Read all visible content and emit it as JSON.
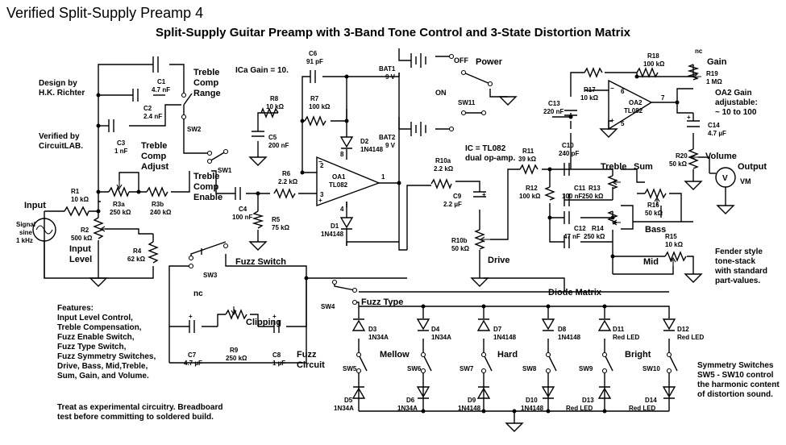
{
  "page_header": "Verified Split-Supply Preamp 4",
  "title": "Split-Supply Guitar Preamp with 3-Band Tone Control and 3-State Distortion Matrix",
  "notes": {
    "design_by": [
      "Design by",
      "H.K. Richter"
    ],
    "verified_by": [
      "Verified by",
      "CircuitLAB."
    ],
    "ica_gain": "ICa Gain = 10.",
    "ic_note": [
      "IC = TL082",
      "dual op-amp."
    ],
    "oa2_gain": [
      "OA2 Gain",
      "adjustable:",
      "~ 10 to 100"
    ],
    "fender": [
      "Fender style",
      "tone-stack",
      "with standard",
      "part-values."
    ],
    "symmetry": [
      "Symmetry Switches",
      "SW5 - SW10 control",
      "the harmonic content",
      "of distortion sound."
    ],
    "features": [
      "Features:",
      "Input Level Control,",
      "Treble Compensation,",
      "Fuzz Enable Switch,",
      "Fuzz Type Switch,",
      "Fuzz Symmetry Switches,",
      "Drive, Bass, Mid,Treble,",
      "Sum, Gain, and Volume."
    ],
    "caution": [
      "Treat as experimental circuitry. Breadboard",
      "test before committing to soldered build."
    ]
  },
  "section_labels": {
    "input": "Input",
    "signal": [
      "Signal",
      "sine",
      "1 kHz"
    ],
    "input_level": [
      "Input",
      "Level"
    ],
    "treble_comp_range": [
      "Treble",
      "Comp",
      "Range"
    ],
    "treble_comp_adjust": [
      "Treble",
      "Comp",
      "Adjust"
    ],
    "treble_comp_enable": [
      "Treble",
      "Comp",
      "Enable"
    ],
    "power": "Power",
    "off": "OFF",
    "on": "ON",
    "fuzz_switch": "Fuzz Switch",
    "nc": "nc",
    "fuzz_type": "Fuzz Type",
    "clipping": "Clipping",
    "fuzz_circuit": [
      "Fuzz",
      "Circuit"
    ],
    "diode_matrix": "Diode Matrix",
    "mellow": "Mellow",
    "hard": "Hard",
    "bright": "Bright",
    "drive": "Drive",
    "treble": "Treble",
    "sum": "Sum",
    "bass": "Bass",
    "mid": "Mid",
    "gain": "Gain",
    "volume": "Volume",
    "output": "Output",
    "vm": "VM",
    "v": "V"
  },
  "components": {
    "R1": [
      "R1",
      "10 kΩ"
    ],
    "R2": [
      "R2",
      "500 kΩ"
    ],
    "R3a": [
      "R3a",
      "250 kΩ"
    ],
    "R3b": [
      "R3b",
      "240 kΩ"
    ],
    "R4": [
      "R4",
      "62 kΩ"
    ],
    "R5": [
      "R5",
      "75 kΩ"
    ],
    "R6": [
      "R6",
      "2.2 kΩ"
    ],
    "R7": [
      "R7",
      "100 kΩ"
    ],
    "R8": [
      "R8",
      "10 kΩ"
    ],
    "R9": [
      "R9",
      "250 kΩ"
    ],
    "R10a": [
      "R10a",
      "2.2 kΩ"
    ],
    "R10b": [
      "R10b",
      "50 kΩ"
    ],
    "R11": [
      "R11",
      "39 kΩ"
    ],
    "R12": [
      "R12",
      "100 kΩ"
    ],
    "R13": [
      "R13",
      "250 kΩ"
    ],
    "R14": [
      "R14",
      "250 kΩ"
    ],
    "R15": [
      "R15",
      "10 kΩ"
    ],
    "R16": [
      "R16",
      "50 kΩ"
    ],
    "R17": [
      "R17",
      "10 kΩ"
    ],
    "R18": [
      "R18",
      "100 kΩ"
    ],
    "R19": [
      "R19",
      "1 MΩ"
    ],
    "R20": [
      "R20",
      "50 kΩ"
    ],
    "C1": [
      "C1",
      "4.7 nF"
    ],
    "C2": [
      "C2",
      "2.4 nF"
    ],
    "C3": [
      "C3",
      "1 nF"
    ],
    "C4": [
      "C4",
      "100 nF"
    ],
    "C5": [
      "C5",
      "200 nF"
    ],
    "C6": [
      "C6",
      "91 pF"
    ],
    "C7": [
      "C7",
      "4.7 µF"
    ],
    "C8": [
      "C8",
      "1 µF"
    ],
    "C9": [
      "C9",
      "2.2 µF"
    ],
    "C10": [
      "C10",
      "240 pF"
    ],
    "C11": [
      "C11",
      "100 nF"
    ],
    "C12": [
      "C12",
      "47 nF"
    ],
    "C13": [
      "C13",
      "220 nF"
    ],
    "C14": [
      "C14",
      "4.7 µF"
    ],
    "BAT1": [
      "BAT1",
      "9 V"
    ],
    "BAT2": [
      "BAT2",
      "9 V"
    ],
    "OA1": [
      "OA1",
      "TL082"
    ],
    "OA2": [
      "OA2",
      "TL082"
    ],
    "D1": [
      "D1",
      "1N4148"
    ],
    "D2": [
      "D2",
      "1N4148"
    ],
    "D3": [
      "D3",
      "1N34A"
    ],
    "D4": [
      "D4",
      "1N34A"
    ],
    "D5": [
      "D5",
      "1N34A"
    ],
    "D6": [
      "D6",
      "1N34A"
    ],
    "D7": [
      "D7",
      "1N4148"
    ],
    "D8": [
      "D8",
      "1N4148"
    ],
    "D9": [
      "D9",
      "1N4148"
    ],
    "D10": [
      "D10",
      "1N4148"
    ],
    "D11": [
      "D11",
      "Red LED"
    ],
    "D12": [
      "D12",
      "Red LED"
    ],
    "D13": [
      "D13",
      "Red LED"
    ],
    "D14": [
      "D14",
      "Red LED"
    ],
    "SW1": "SW1",
    "SW2": "SW2",
    "SW3": "SW3",
    "SW4": "SW4",
    "SW5": "SW5",
    "SW6": "SW6",
    "SW7": "SW7",
    "SW8": "SW8",
    "SW9": "SW9",
    "SW10": "SW10",
    "SW11": "SW11"
  },
  "pins": {
    "oa1_2": "2",
    "oa1_3": "3",
    "oa1_1": "1",
    "oa1_8": "8",
    "oa1_4": "4",
    "oa2_6": "6",
    "oa2_5": "5",
    "oa2_7": "7",
    "nc_top": "nc",
    "plus": "+",
    "minus": "−"
  }
}
